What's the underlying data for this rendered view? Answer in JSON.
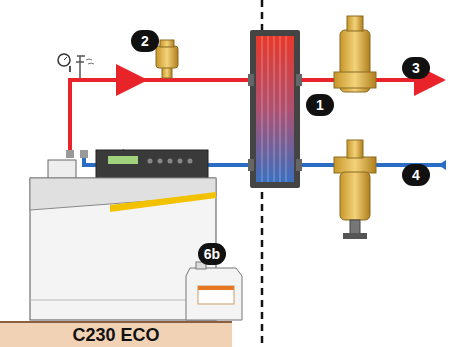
{
  "diagram": {
    "nodes": [
      {
        "text": [
          "C230 ECO"
        ]
      }
    ],
    "labels": [
      "1",
      "2",
      "3",
      "4",
      "6b"
    ]
  }
}
